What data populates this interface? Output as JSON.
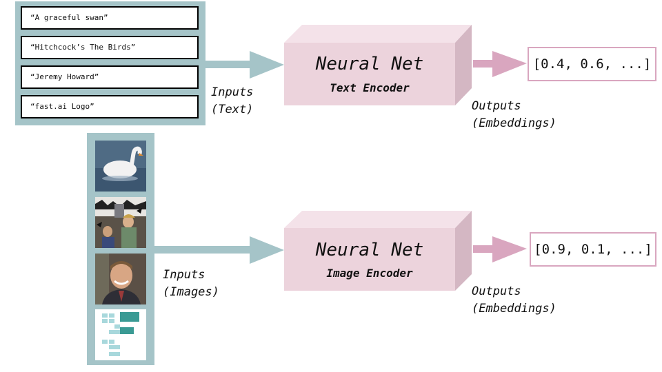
{
  "text_inputs": {
    "items": [
      "“A graceful swan”",
      "“Hitchcock’s The Birds”",
      "“Jeremy Howard”",
      "“fast.ai Logo”"
    ],
    "label_line1": "Inputs",
    "label_line2": "(Text)"
  },
  "image_inputs": {
    "images": [
      "swan-photo",
      "the-birds-photo",
      "jeremy-howard-photo",
      "fastai-logo"
    ],
    "label_line1": "Inputs",
    "label_line2": "(Images)"
  },
  "text_encoder": {
    "title": "Neural Net",
    "subtitle": "Text Encoder",
    "output": "[0.4, 0.6, ...]",
    "output_label_line1": "Outputs",
    "output_label_line2": "(Embeddings)"
  },
  "image_encoder": {
    "title": "Neural Net",
    "subtitle": "Image Encoder",
    "output": "[0.9, 0.1, ...]",
    "output_label_line1": "Outputs",
    "output_label_line2": "(Embeddings)"
  },
  "colors": {
    "input_panel": "#a5c4c8",
    "input_arrow": "#a5c4c8",
    "encoder_front": "#ecd3dc",
    "encoder_top": "#f4e2e9",
    "encoder_side": "#d4b7c3",
    "output_arrow": "#d9a6bf",
    "output_border": "#d9a6bf"
  }
}
